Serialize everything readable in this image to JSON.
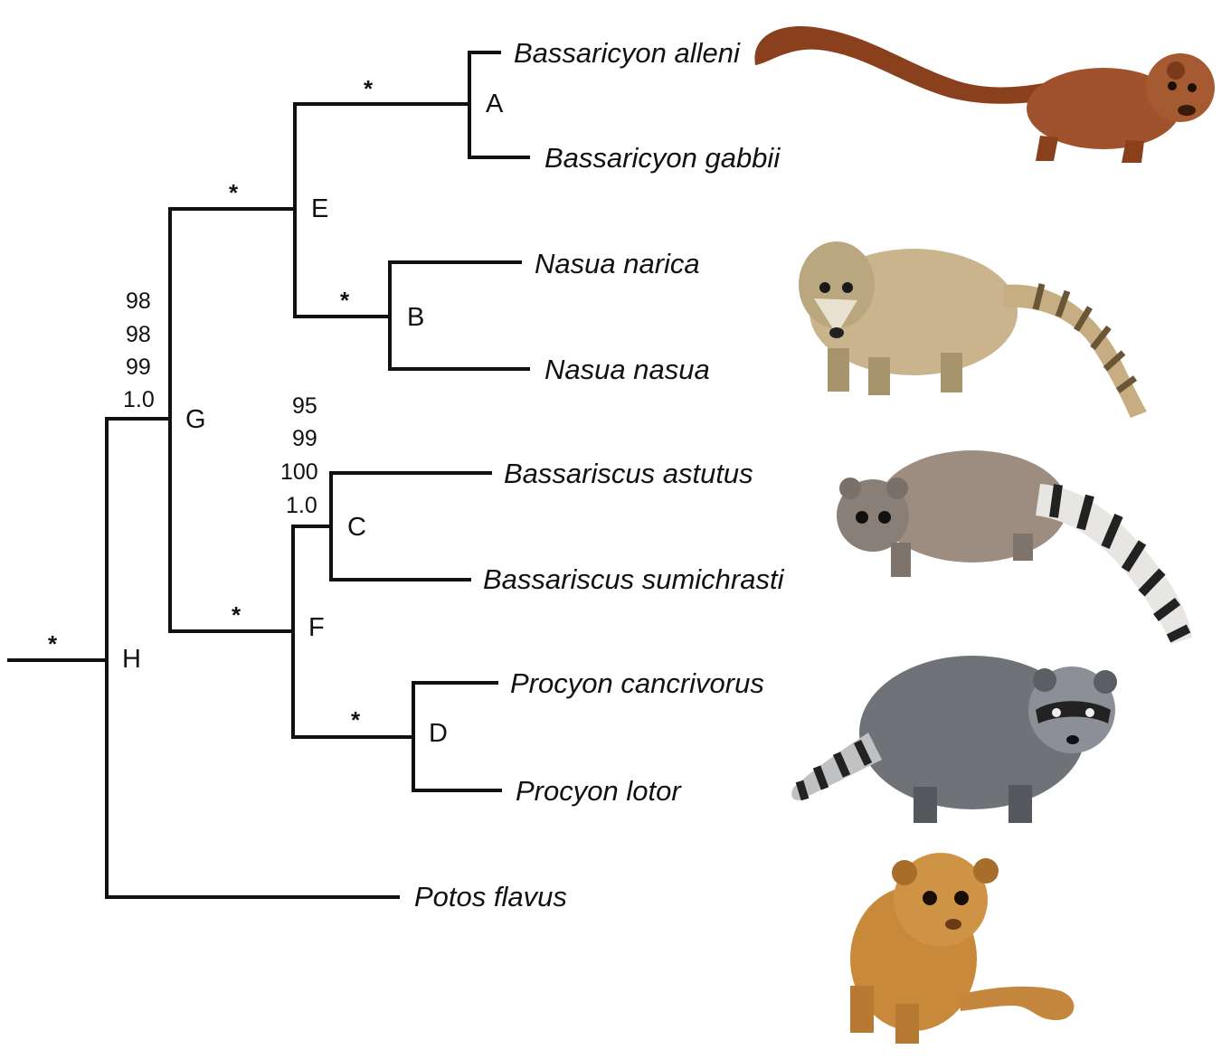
{
  "taxa": {
    "bassaricyon_alleni": "Bassaricyon alleni",
    "bassaricyon_gabbii": "Bassaricyon gabbii",
    "nasua_narica": "Nasua narica",
    "nasua_nasua": "Nasua nasua",
    "bassariscus_astutus": "Bassariscus astutus",
    "bassariscus_sumichrasti": "Bassariscus sumichrasti",
    "procyon_cancrivorus": "Procyon cancrivorus",
    "procyon_lotor": "Procyon lotor",
    "potos_flavus": "Potos flavus"
  },
  "nodes": {
    "A": "A",
    "B": "B",
    "C": "C",
    "D": "D",
    "E": "E",
    "F": "F",
    "G": "G",
    "H": "H"
  },
  "support": {
    "star": "*",
    "G": [
      "98",
      "98",
      "99",
      "1.0"
    ],
    "C": [
      "95",
      "99",
      "100",
      "1.0"
    ]
  },
  "colors": {
    "branch": "#111111",
    "olingo": "#a0522d",
    "coati": "#c9b48e",
    "ringtail": "#8a7f76",
    "raccoon": "#6f7378",
    "kinkajou": "#c8893b"
  }
}
